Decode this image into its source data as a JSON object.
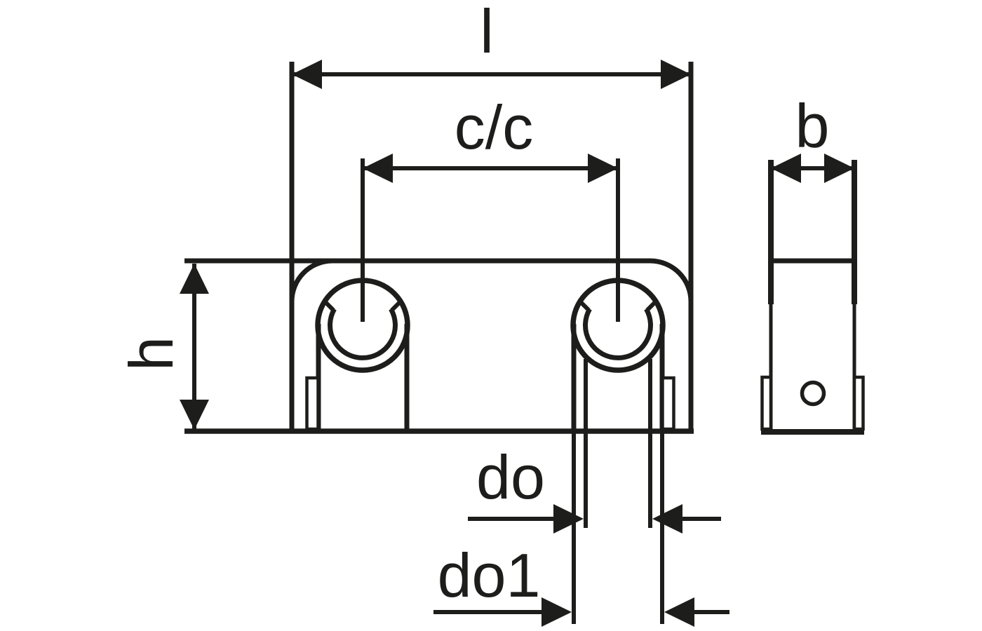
{
  "drawing": {
    "description": "Technical dimension drawing of a double tube clip: front view with two slotted round holes and a side view",
    "colors": {
      "line": "#1d1d1b",
      "background": "#ffffff"
    },
    "dimensions": {
      "overall_length_label": "l",
      "center_to_center_label": "c/c",
      "width_label": "b",
      "height_label": "h",
      "inner_diameter_label": "do",
      "outer_diameter_label": "do1"
    }
  }
}
